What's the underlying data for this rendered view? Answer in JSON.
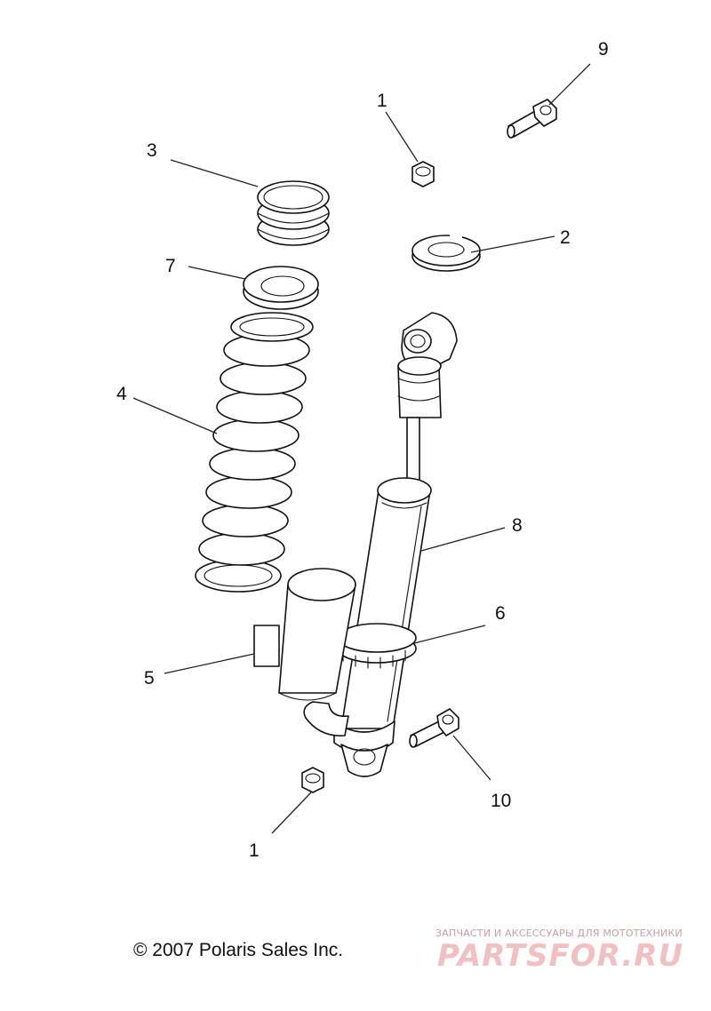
{
  "callouts": [
    {
      "id": "nut-top",
      "label": "1"
    },
    {
      "id": "washer-split",
      "label": "2"
    },
    {
      "id": "spring-small",
      "label": "3"
    },
    {
      "id": "spring-main",
      "label": "4"
    },
    {
      "id": "reservoir",
      "label": "5"
    },
    {
      "id": "clamp",
      "label": "6"
    },
    {
      "id": "spring-seat",
      "label": "7"
    },
    {
      "id": "shock-body",
      "label": "8"
    },
    {
      "id": "bolt-top",
      "label": "9"
    },
    {
      "id": "bolt-bottom",
      "label": "10"
    },
    {
      "id": "nut-bottom",
      "label": "1"
    }
  ],
  "footer": {
    "copyright": "© 2007 Polaris Sales Inc."
  },
  "watermark": {
    "tagline": "ЗАПЧАСТИ И АКСЕССУАРЫ ДЛЯ МОТОТЕХНИКИ",
    "logo": "PARTSFOR.RU"
  }
}
